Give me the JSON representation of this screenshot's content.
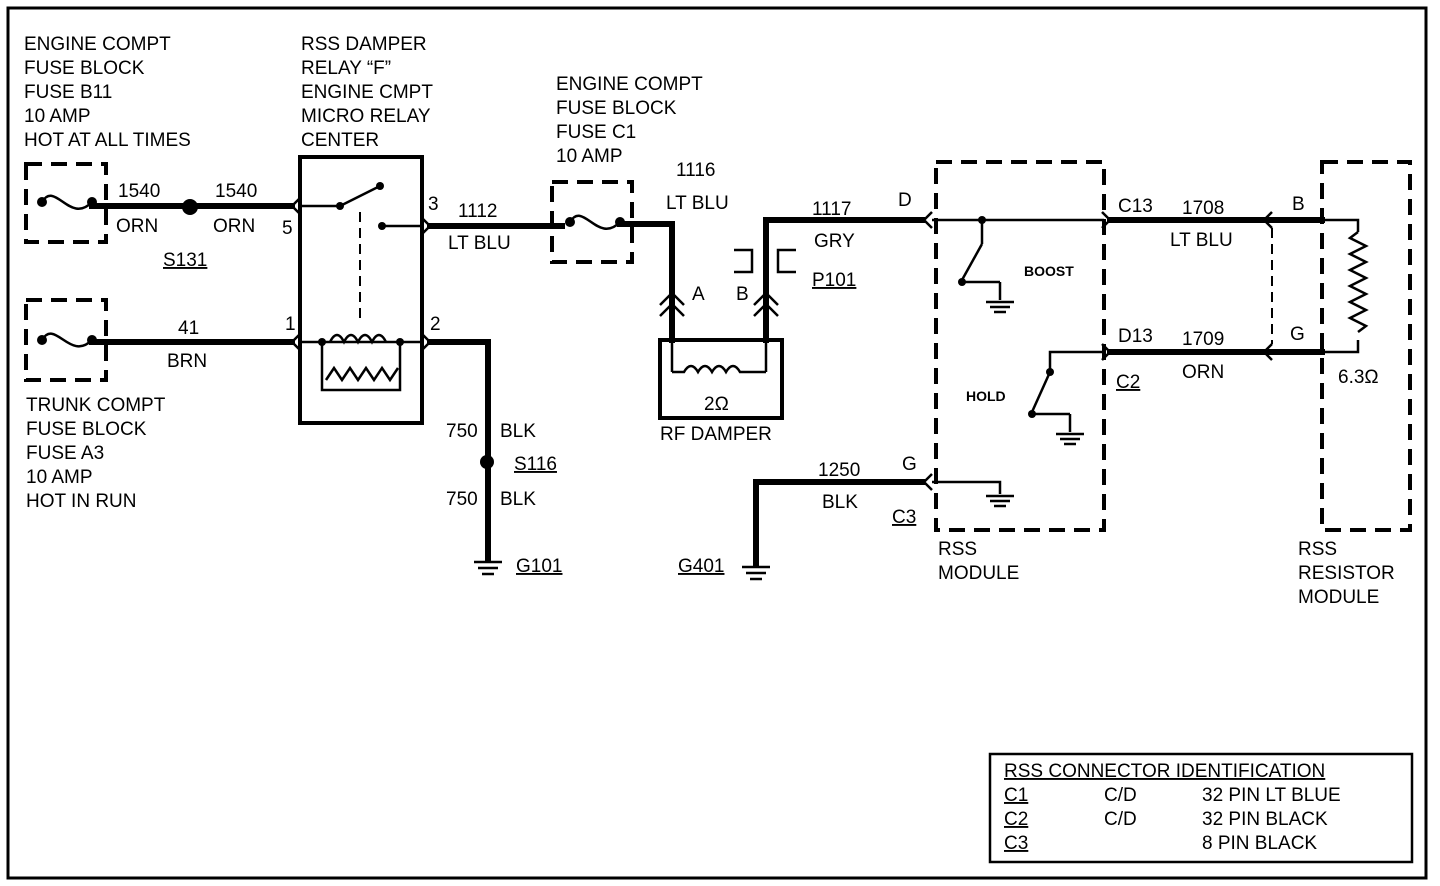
{
  "fuse_b11": {
    "label_lines": [
      "ENGINE COMPT",
      "FUSE BLOCK",
      "FUSE B11",
      "10 AMP",
      "HOT AT ALL TIMES"
    ]
  },
  "fuse_a3": {
    "label_lines": [
      "TRUNK COMPT",
      "FUSE BLOCK",
      "FUSE A3",
      "10 AMP",
      "HOT IN RUN"
    ]
  },
  "relay": {
    "label_lines": [
      "RSS  DAMPER",
      "RELAY “F”",
      "ENGINE  CMPT",
      "MICRO RELAY",
      "CENTER"
    ],
    "pins": {
      "p5": "5",
      "p3": "3",
      "p1": "1",
      "p2": "2"
    }
  },
  "fuse_c1": {
    "label_lines": [
      "ENGINE COMPT",
      "FUSE BLOCK",
      "FUSE C1",
      "10 AMP"
    ]
  },
  "wires": {
    "w1540a": {
      "circuit": "1540",
      "color": "ORN"
    },
    "w1540b": {
      "circuit": "1540",
      "color": "ORN"
    },
    "w41": {
      "circuit": "41",
      "color": "BRN"
    },
    "w1112": {
      "circuit": "1112",
      "color": "LT BLU"
    },
    "w1116": {
      "circuit": "1116",
      "color": "LT BLU"
    },
    "w750a": {
      "circuit": "750",
      "color": "BLK"
    },
    "w750b": {
      "circuit": "750",
      "color": "BLK"
    },
    "w1117": {
      "circuit": "1117",
      "color": "GRY"
    },
    "w1250": {
      "circuit": "1250",
      "color": "BLK"
    },
    "w1708": {
      "circuit": "1708",
      "color": "LT BLU"
    },
    "w1709": {
      "circuit": "1709",
      "color": "ORN"
    }
  },
  "splices": {
    "s131": "S131",
    "s116": "S116"
  },
  "grounds": {
    "g101": "G101",
    "g401": "G401"
  },
  "damper": {
    "resistance": "2Ω",
    "name": "RF DAMPER",
    "pin_a": "A",
    "pin_b": "B",
    "connector": "P101"
  },
  "rss_module": {
    "name_lines": [
      "RSS",
      "MODULE"
    ],
    "boost": "BOOST",
    "hold": "HOLD",
    "pin_d": "D",
    "pin_g": "G",
    "pin_c13": "C13",
    "pin_d13": "D13",
    "conn_c2": "C2",
    "conn_c3": "C3"
  },
  "resistor_module": {
    "name_lines": [
      "RSS",
      "RESISTOR",
      "MODULE"
    ],
    "pin_b": "B",
    "pin_g": "G",
    "resistance": "6.3Ω"
  },
  "connector_table": {
    "title": "RSS CONNECTOR IDENTIFICATION",
    "rows": [
      {
        "id": "C1",
        "type": "C/D",
        "desc": "32 PIN LT BLUE"
      },
      {
        "id": "C2",
        "type": "C/D",
        "desc": "32 PIN BLACK"
      },
      {
        "id": "C3",
        "type": "",
        "desc": "8 PIN BLACK"
      }
    ]
  }
}
